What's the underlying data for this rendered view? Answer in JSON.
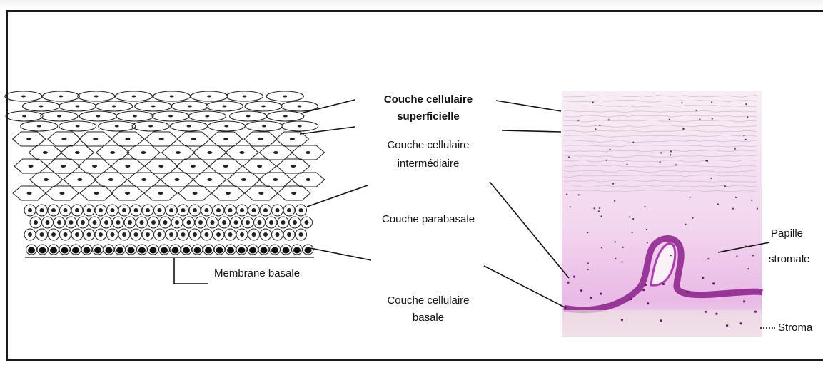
{
  "labels": {
    "superficielle_1": "Couche cellulaire",
    "superficielle_2": "superficielle",
    "intermediaire_1": "Couche cellulaire",
    "intermediaire_2": "intermédiaire",
    "parabasale": "Couche parabasale",
    "basale_1": "Couche cellulaire",
    "basale_2": "basale",
    "membrane": "Membrane basale",
    "papille_1": "Papille",
    "papille_2": "stromale",
    "stroma": "Stroma"
  },
  "colors": {
    "histology_bg": "#f4dff0",
    "histology_basal": "#8a1f8a",
    "ink": "#111111"
  }
}
